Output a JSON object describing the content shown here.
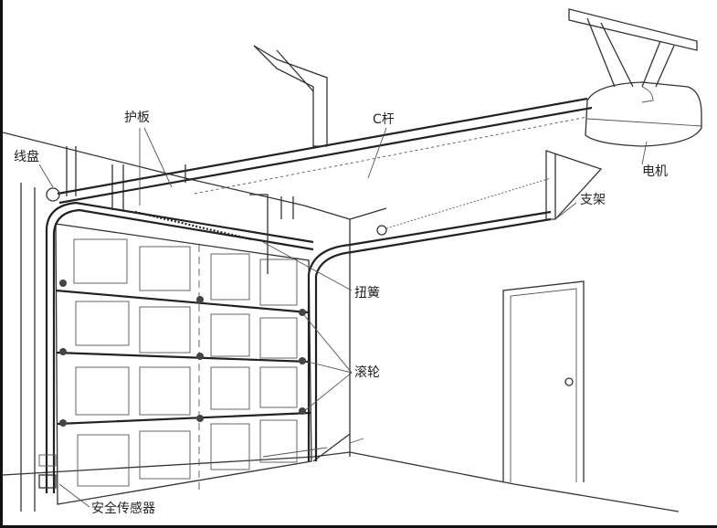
{
  "title": "Sectional garage door component diagram",
  "labels": {
    "guard_plate": "护板",
    "c_rail": "C杆",
    "cable_drum": "线盘",
    "motor": "电机",
    "bracket": "支架",
    "torsion_spring": "扭簧",
    "rollers": "滚轮",
    "safety_sensor": "安全传感器"
  },
  "colors": {
    "line": "#333333",
    "background": "#ffffff",
    "border": "#111111"
  }
}
